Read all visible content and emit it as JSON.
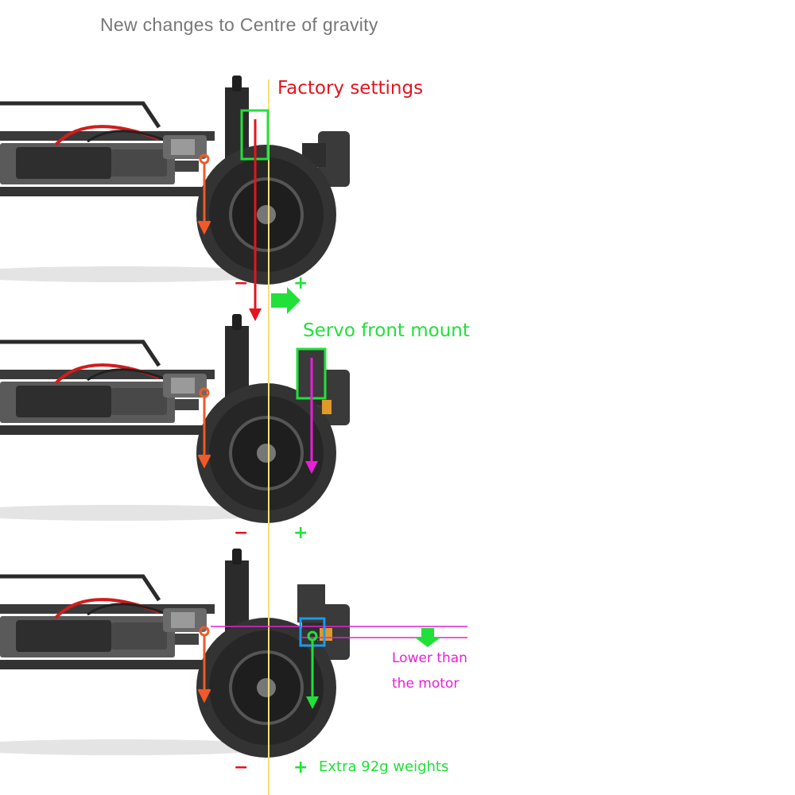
{
  "title": "New changes to Centre of gravity",
  "panels": [
    {
      "label": "Factory settings",
      "minus": "−",
      "plus": "+"
    },
    {
      "label": "Servo front mount",
      "minus": "−",
      "plus": "+"
    },
    {
      "label": "",
      "minus": "−",
      "plus": "+"
    }
  ],
  "annotations": {
    "lower_than_motor_line1": "Lower than",
    "lower_than_motor_line2": "the motor",
    "extra_weights": "Extra 92g weights"
  },
  "colors": {
    "factory_cog": "#e4141e",
    "servo_box": "#22e03a",
    "servo_cog": "#e81fd6",
    "weight_box": "#1e9ae8",
    "weight_cog": "#22e03a",
    "front_axle_cog": "#f05a28",
    "reference_line": "#f2e27a"
  },
  "icons": [
    "car-chassis",
    "front-wheel",
    "shock-absorber",
    "servo",
    "bumper",
    "green-arrow"
  ]
}
